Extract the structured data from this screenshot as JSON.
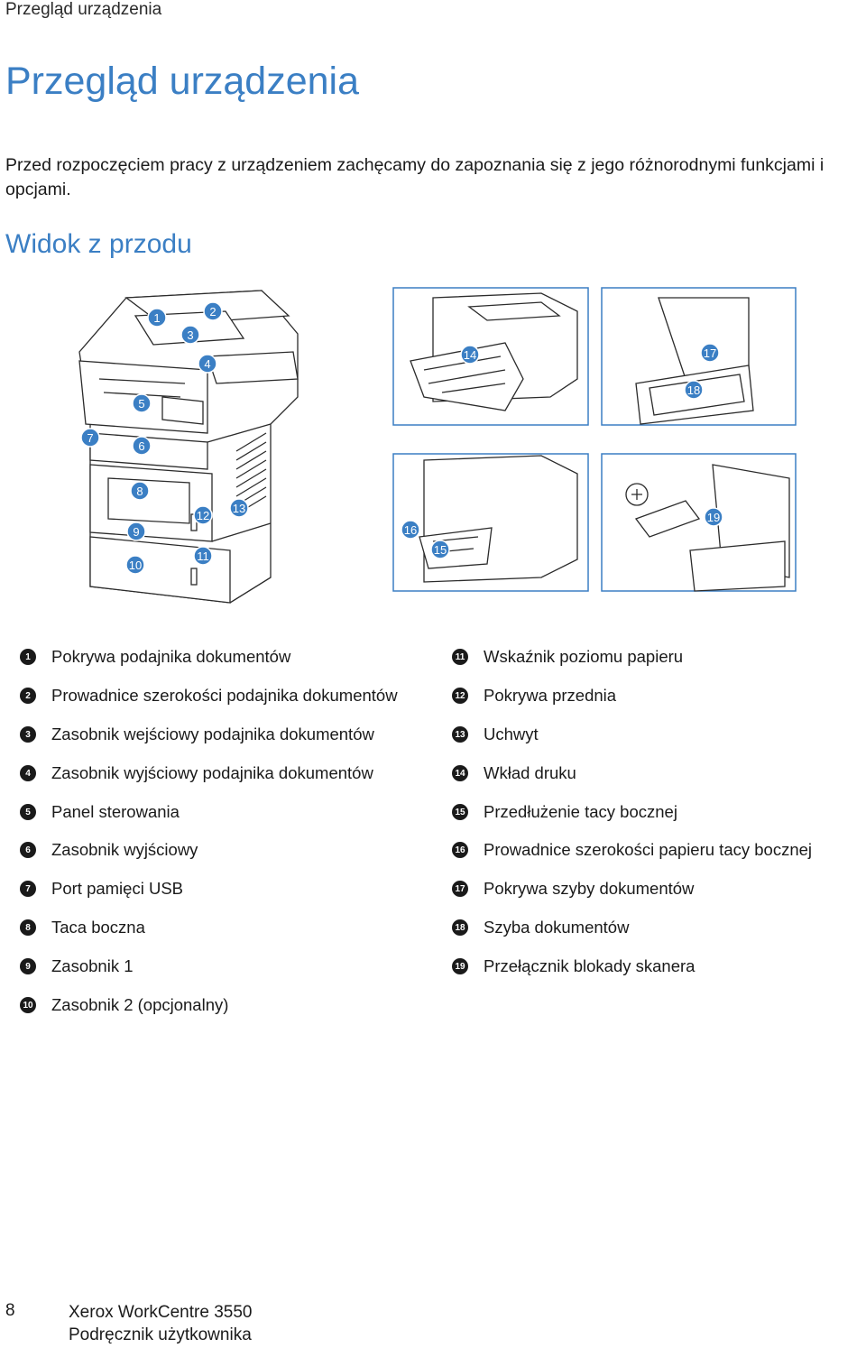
{
  "header": {
    "running_title": "Przegląd urządzenia"
  },
  "title": "Przegląd urządzenia",
  "intro": "Przed rozpoczęciem pracy z urządzeniem zachęcamy do zapoznania się z jego różnorodnymi funkcjami i opcjami.",
  "section_title": "Widok z przodu",
  "callouts": [
    "1",
    "2",
    "3",
    "4",
    "5",
    "6",
    "7",
    "8",
    "9",
    "10",
    "11",
    "12",
    "13",
    "14",
    "15",
    "16",
    "17",
    "18",
    "19"
  ],
  "legend_left": [
    {
      "num": "1",
      "label": "Pokrywa podajnika dokumentów"
    },
    {
      "num": "2",
      "label": "Prowadnice szerokości podajnika dokumentów"
    },
    {
      "num": "3",
      "label": "Zasobnik wejściowy podajnika dokumentów"
    },
    {
      "num": "4",
      "label": "Zasobnik wyjściowy podajnika dokumentów"
    },
    {
      "num": "5",
      "label": "Panel sterowania"
    },
    {
      "num": "6",
      "label": "Zasobnik wyjściowy"
    },
    {
      "num": "7",
      "label": "Port pamięci USB"
    },
    {
      "num": "8",
      "label": "Taca boczna"
    },
    {
      "num": "9",
      "label": "Zasobnik 1"
    },
    {
      "num": "10",
      "label": "Zasobnik 2 (opcjonalny)"
    }
  ],
  "legend_right": [
    {
      "num": "11",
      "label": "Wskaźnik poziomu papieru"
    },
    {
      "num": "12",
      "label": "Pokrywa przednia"
    },
    {
      "num": "13",
      "label": "Uchwyt"
    },
    {
      "num": "14",
      "label": "Wkład druku"
    },
    {
      "num": "15",
      "label": "Przedłużenie tacy bocznej"
    },
    {
      "num": "16",
      "label": "Prowadnice szerokości papieru tacy bocznej"
    },
    {
      "num": "17",
      "label": "Pokrywa szyby dokumentów"
    },
    {
      "num": "18",
      "label": "Szyba dokumentów"
    },
    {
      "num": "19",
      "label": "Przełącznik blokady skanera"
    }
  ],
  "footer": {
    "page_number": "8",
    "product": "Xerox WorkCentre 3550",
    "guide": "Podręcznik użytkownika"
  },
  "colors": {
    "accent": "#3b7fc4",
    "text": "#1a1a1a"
  }
}
